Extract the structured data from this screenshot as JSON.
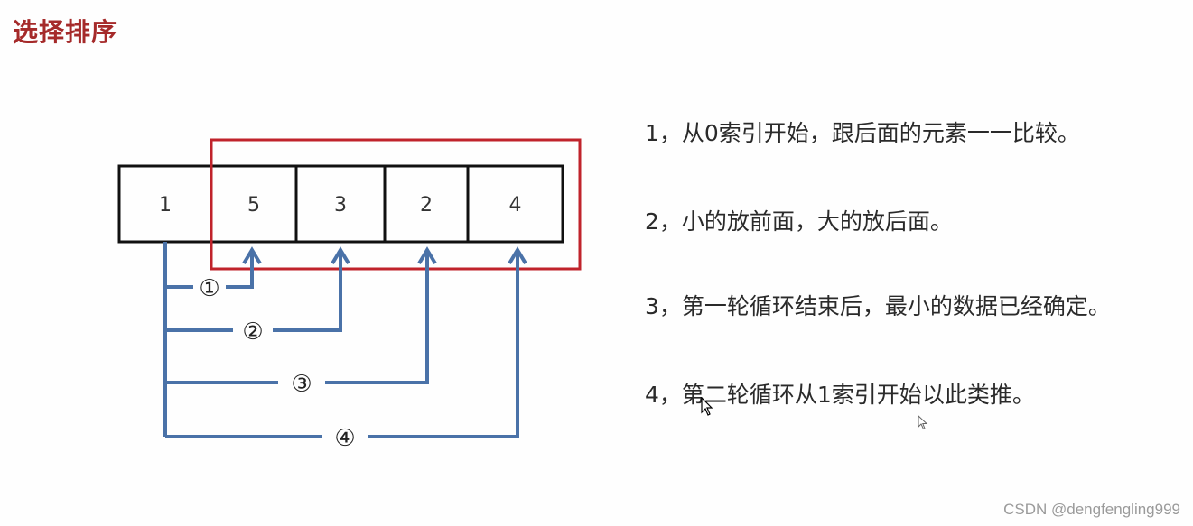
{
  "title": "选择排序",
  "array": {
    "cells": [
      "1",
      "5",
      "3",
      "2",
      "4"
    ]
  },
  "comparisons": [
    {
      "label": "①",
      "target": 1
    },
    {
      "label": "②",
      "target": 2
    },
    {
      "label": "③",
      "target": 3
    },
    {
      "label": "④",
      "target": 4
    }
  ],
  "steps": [
    "1，从0索引开始，跟后面的元素一一比较。",
    "2，小的放前面，大的放后面。",
    "3，第一轮循环结束后，最小的数据已经确定。",
    "4，第二轮循环从1索引开始以此类推。"
  ],
  "watermark": "CSDN @dengfengling999",
  "colors": {
    "title": "#a52a2a",
    "highlight_box": "#c0232b",
    "arrows": "#4a72a8",
    "cell_border": "#111111",
    "text": "#2a2a2a"
  },
  "icons": [
    "pointer-cursor-icon",
    "pointer-cursor-icon"
  ]
}
